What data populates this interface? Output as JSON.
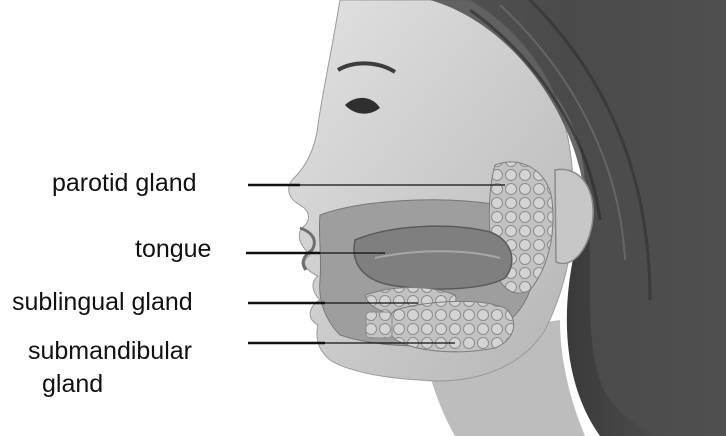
{
  "labels": {
    "parotid": "parotid gland",
    "tongue": "tongue",
    "sublingual": "sublingual gland",
    "submandibular_line1": "submandibular",
    "submandibular_line2": "gland"
  },
  "colors": {
    "background": "#ffffff",
    "skin": "#c9c9c9",
    "hair": "#4a4a4a",
    "gland": "#b8b8b8",
    "tongue": "#8f8f8f",
    "leader_line": "#111111"
  }
}
